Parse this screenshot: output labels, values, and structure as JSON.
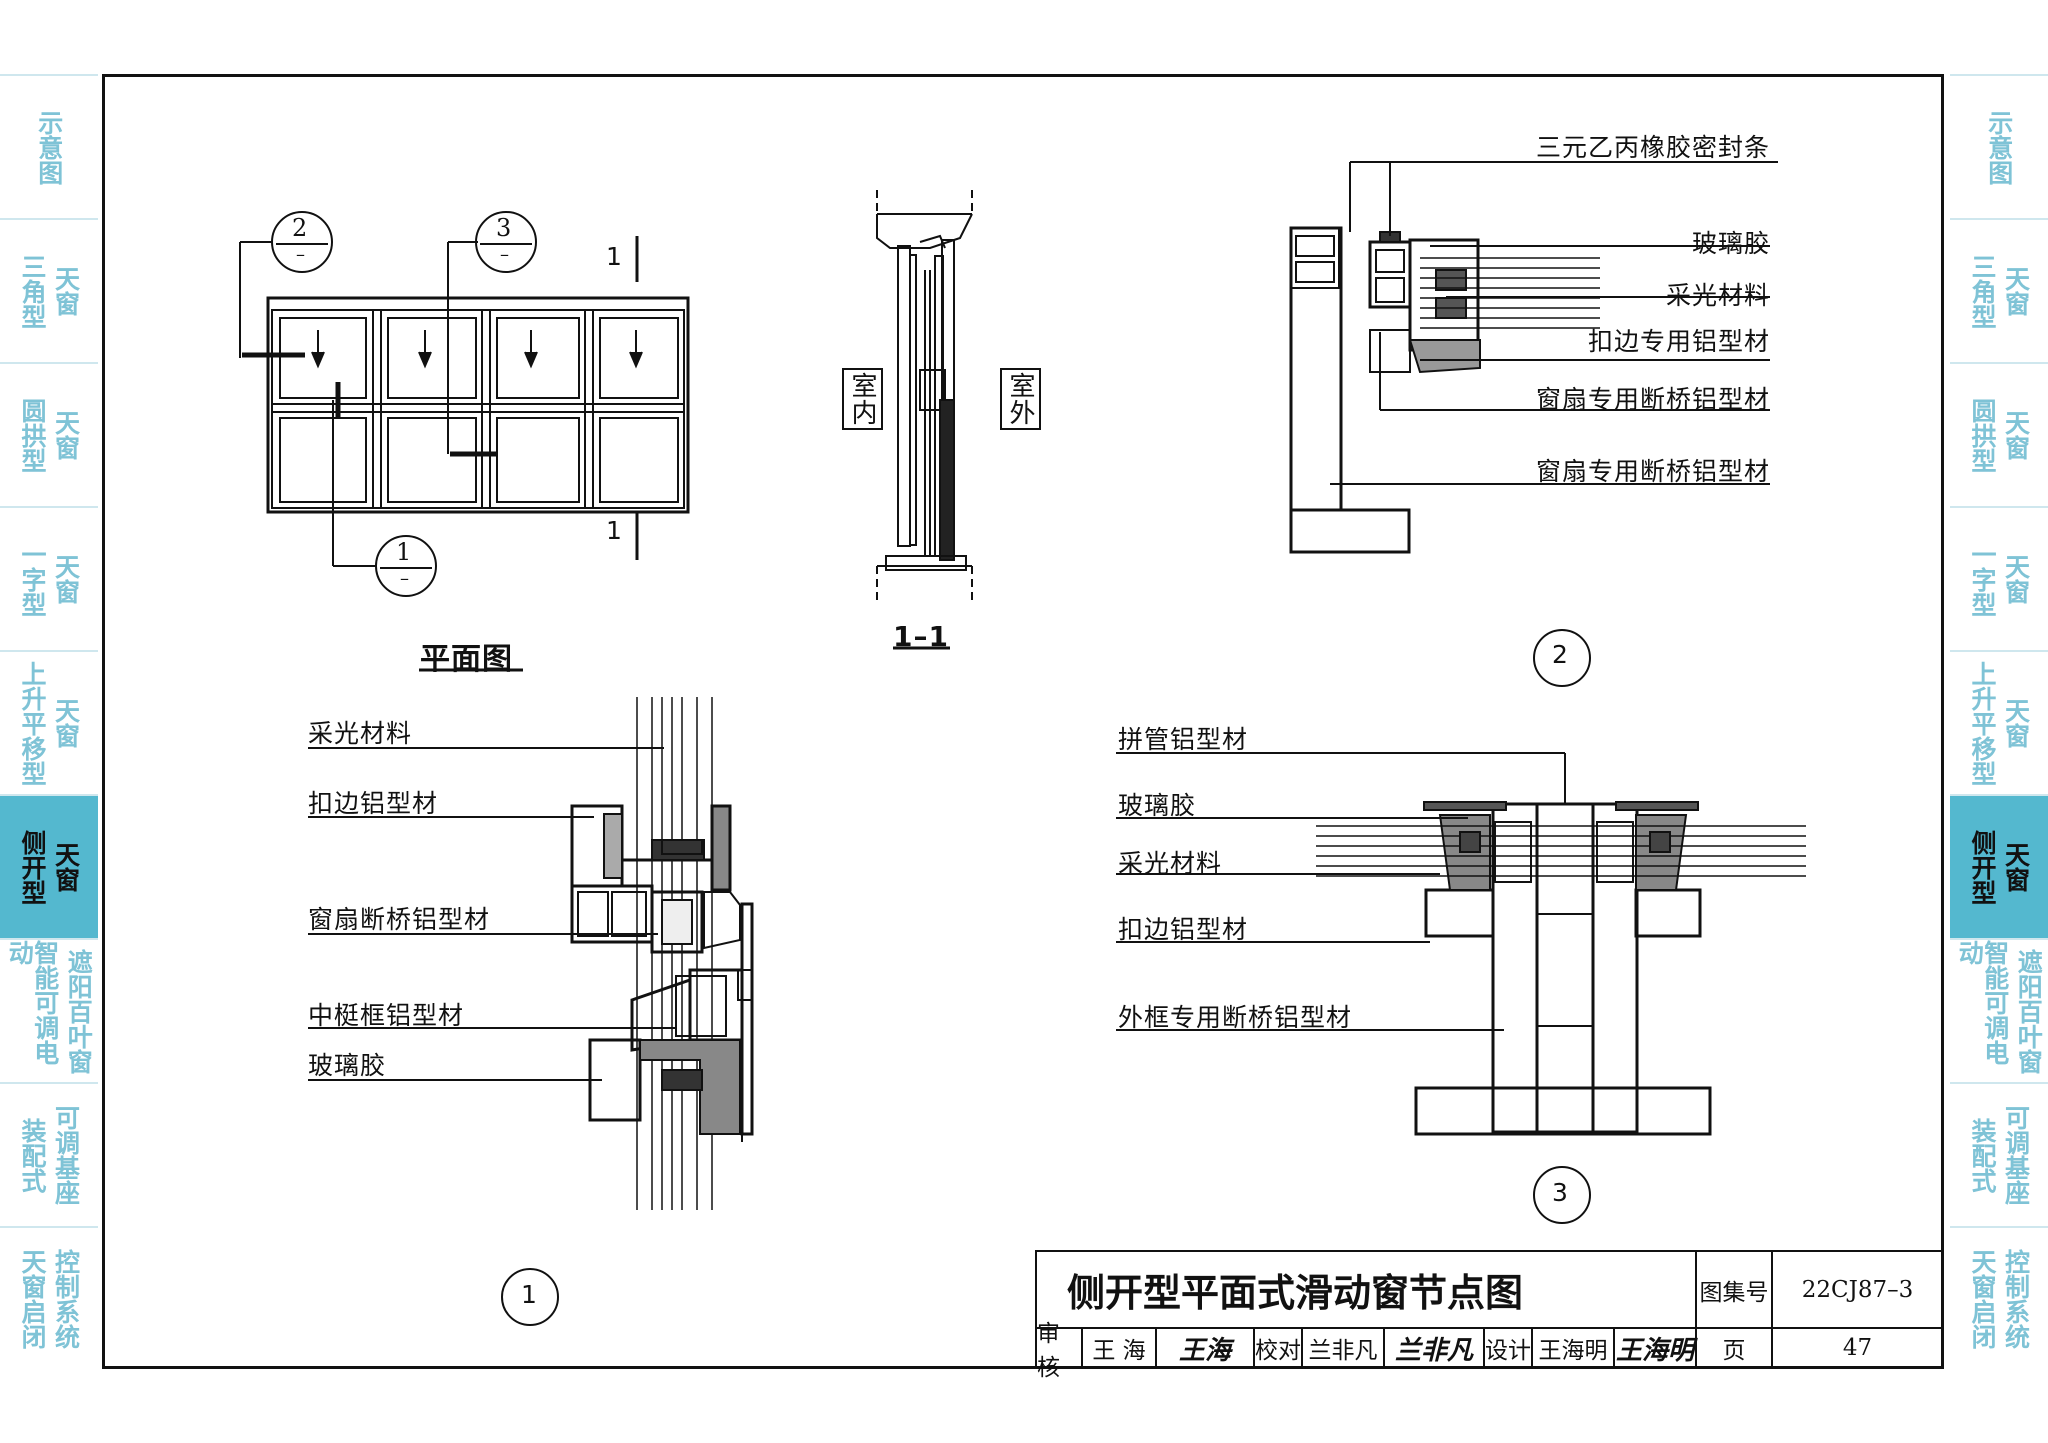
{
  "side_tabs": [
    {
      "lines": [
        "示意图"
      ],
      "active": false
    },
    {
      "lines": [
        "天窗",
        "三角型"
      ],
      "active": false
    },
    {
      "lines": [
        "天窗",
        "圆拱型"
      ],
      "active": false
    },
    {
      "lines": [
        "天窗",
        "一字型"
      ],
      "active": false
    },
    {
      "lines": [
        "天窗",
        "上升平移型"
      ],
      "active": false
    },
    {
      "lines": [
        "天窗",
        "侧开型"
      ],
      "active": true
    },
    {
      "lines": [
        "遮阳百叶窗",
        "智能可调电动"
      ],
      "active": false
    },
    {
      "lines": [
        "可调基座",
        "装配式"
      ],
      "active": false
    },
    {
      "lines": [
        "控制系统",
        "天窗启闭"
      ],
      "active": false
    }
  ],
  "plan": {
    "title": "平面图",
    "callout_2": {
      "num": "2",
      "sub": "–"
    },
    "callout_3": {
      "num": "3",
      "sub": "–"
    },
    "callout_1": {
      "num": "1",
      "sub": "–"
    },
    "section_mark_top": "1",
    "section_mark_bottom": "1"
  },
  "section": {
    "title": "1–1",
    "indoor": "室内",
    "outdoor": "室外"
  },
  "detail2": {
    "labels": [
      "三元乙丙橡胶密封条",
      "玻璃胶",
      "采光材料",
      "扣边专用铝型材",
      "窗扇专用断桥铝型材",
      "窗扇专用断桥铝型材"
    ],
    "marker": "2"
  },
  "detail1": {
    "labels": [
      "采光材料",
      "扣边铝型材",
      "窗扇断桥铝型材",
      "中梃框铝型材",
      "玻璃胶"
    ],
    "marker": "1"
  },
  "detail3": {
    "labels": [
      "拼管铝型材",
      "玻璃胶",
      "采光材料",
      "扣边铝型材",
      "外框专用断桥铝型材"
    ],
    "marker": "3"
  },
  "title_block": {
    "title": "侧开型平面式滑动窗节点图",
    "atlas_label": "图集号",
    "atlas_no": "22CJ87–3",
    "review_label": "审核",
    "review_name": "王 海",
    "review_sig": "王海",
    "check_label": "校对",
    "check_name": "兰非凡",
    "check_sig": "兰非凡",
    "design_label": "设计",
    "design_name": "王海明",
    "design_sig": "王海明",
    "page_label": "页",
    "page_no": "47"
  }
}
